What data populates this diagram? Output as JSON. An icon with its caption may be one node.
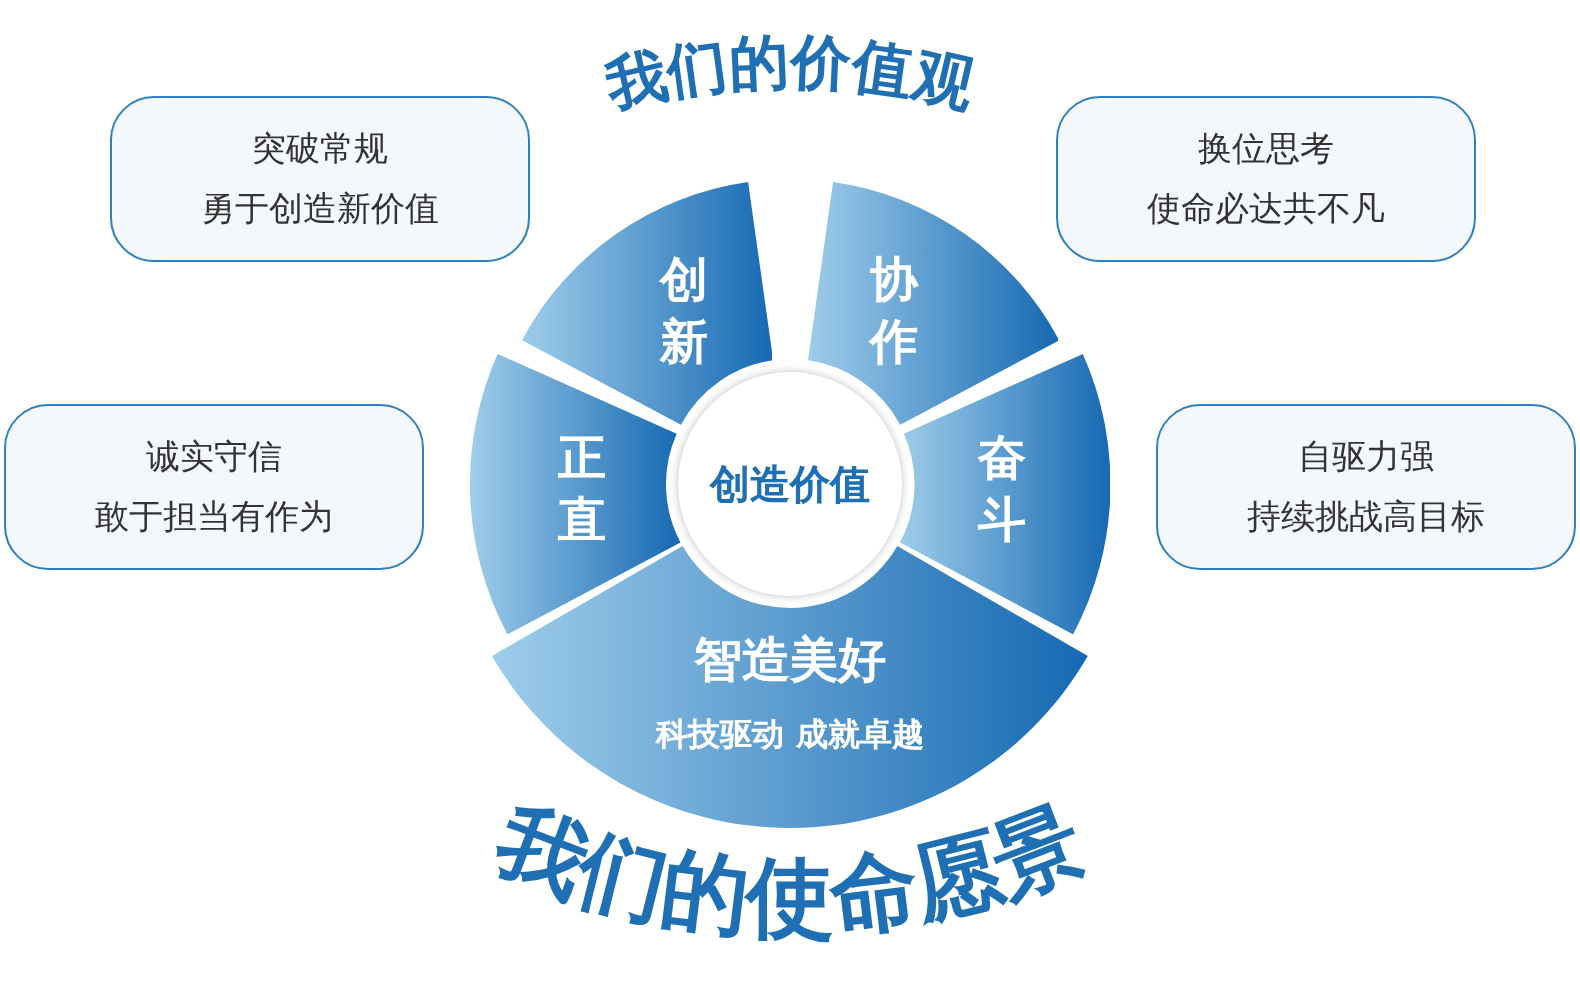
{
  "diagram": {
    "title": "我们的价值观",
    "caption": "我们的使命愿景",
    "nodes": [
      {
        "text": [
          "突破常规",
          "勇于创造新价值"
        ]
      },
      {
        "text": [
          "换位思考",
          "使命必达共不凡"
        ]
      },
      {
        "text": [
          "创新"
        ]
      },
      {
        "text": [
          "协作"
        ]
      },
      {
        "text": [
          "诚实守信",
          "敢于担当有作为"
        ]
      },
      {
        "text": [
          "正直"
        ]
      },
      {
        "text": [
          "创造价值"
        ]
      },
      {
        "text": [
          "奋斗"
        ]
      },
      {
        "text": [
          "自驱力强",
          "持续挑战高目标"
        ]
      },
      {
        "text": [
          "智造美好",
          "科技驱动 成就卓越"
        ]
      }
    ]
  }
}
